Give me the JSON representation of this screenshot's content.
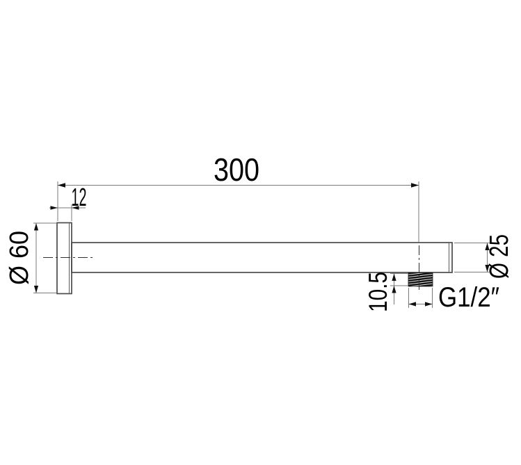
{
  "drawing": {
    "component": "wall-mounted-shower-arm",
    "colors": {
      "background": "#ffffff",
      "object_line": "#4a4a4a",
      "dimension_line": "#7a7a7a",
      "text": "#000000"
    },
    "labels": {
      "arm_length": "300",
      "wall_flange_depth": "12",
      "flange_diameter": "Ø 60",
      "arm_diameter": "Ø 25",
      "thread_length": "10.5",
      "thread_spec": "G1/2″"
    }
  }
}
